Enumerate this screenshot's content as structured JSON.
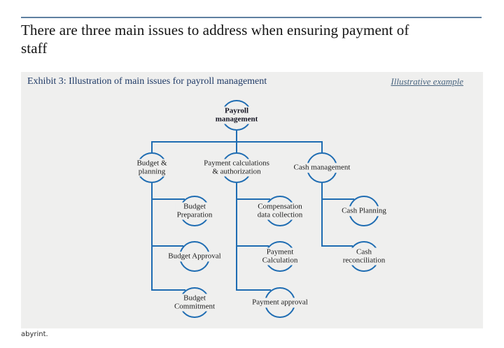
{
  "page": {
    "title": "There are three main issues to address when ensuring payment of\nstaff",
    "footer": "abyrint."
  },
  "exhibit": {
    "title": "Exhibit 3: Illustration of main issues for payroll management",
    "tag": "Illustrative example"
  },
  "colors": {
    "accent_blue": "#1E6CB2",
    "heading_navy": "#1F3A66",
    "tag_steel_blue": "#47637E",
    "rule_steel_blue": "#5E80A0",
    "panel_background": "#EFEFEE"
  },
  "diagram": {
    "nodes": [
      {
        "id": "payroll-management",
        "label": "Payroll\nmanagement",
        "parent": null
      },
      {
        "id": "budget-planning",
        "label": "Budget &\nplanning",
        "parent": "payroll-management"
      },
      {
        "id": "payment-calculations-authorization",
        "label": "Payment calculations\n& authorization",
        "parent": "payroll-management"
      },
      {
        "id": "cash-management",
        "label": "Cash management",
        "parent": "payroll-management"
      },
      {
        "id": "budget-preparation",
        "label": "Budget\nPreparation",
        "parent": "budget-planning"
      },
      {
        "id": "compensation-data-collection",
        "label": "Compensation\ndata collection",
        "parent": "payment-calculations-authorization"
      },
      {
        "id": "cash-planning",
        "label": "Cash Planning",
        "parent": "cash-management"
      },
      {
        "id": "budget-approval",
        "label": "Budget Approval",
        "parent": "budget-planning"
      },
      {
        "id": "payment-calculation",
        "label": "Payment\nCalculation",
        "parent": "payment-calculations-authorization"
      },
      {
        "id": "cash-reconciliation",
        "label": "Cash\nreconciliation",
        "parent": "cash-management"
      },
      {
        "id": "budget-commitment",
        "label": "Budget\nCommitment",
        "parent": "budget-planning"
      },
      {
        "id": "payment-approval",
        "label": "Payment approval",
        "parent": "payment-calculations-authorization"
      }
    ]
  }
}
